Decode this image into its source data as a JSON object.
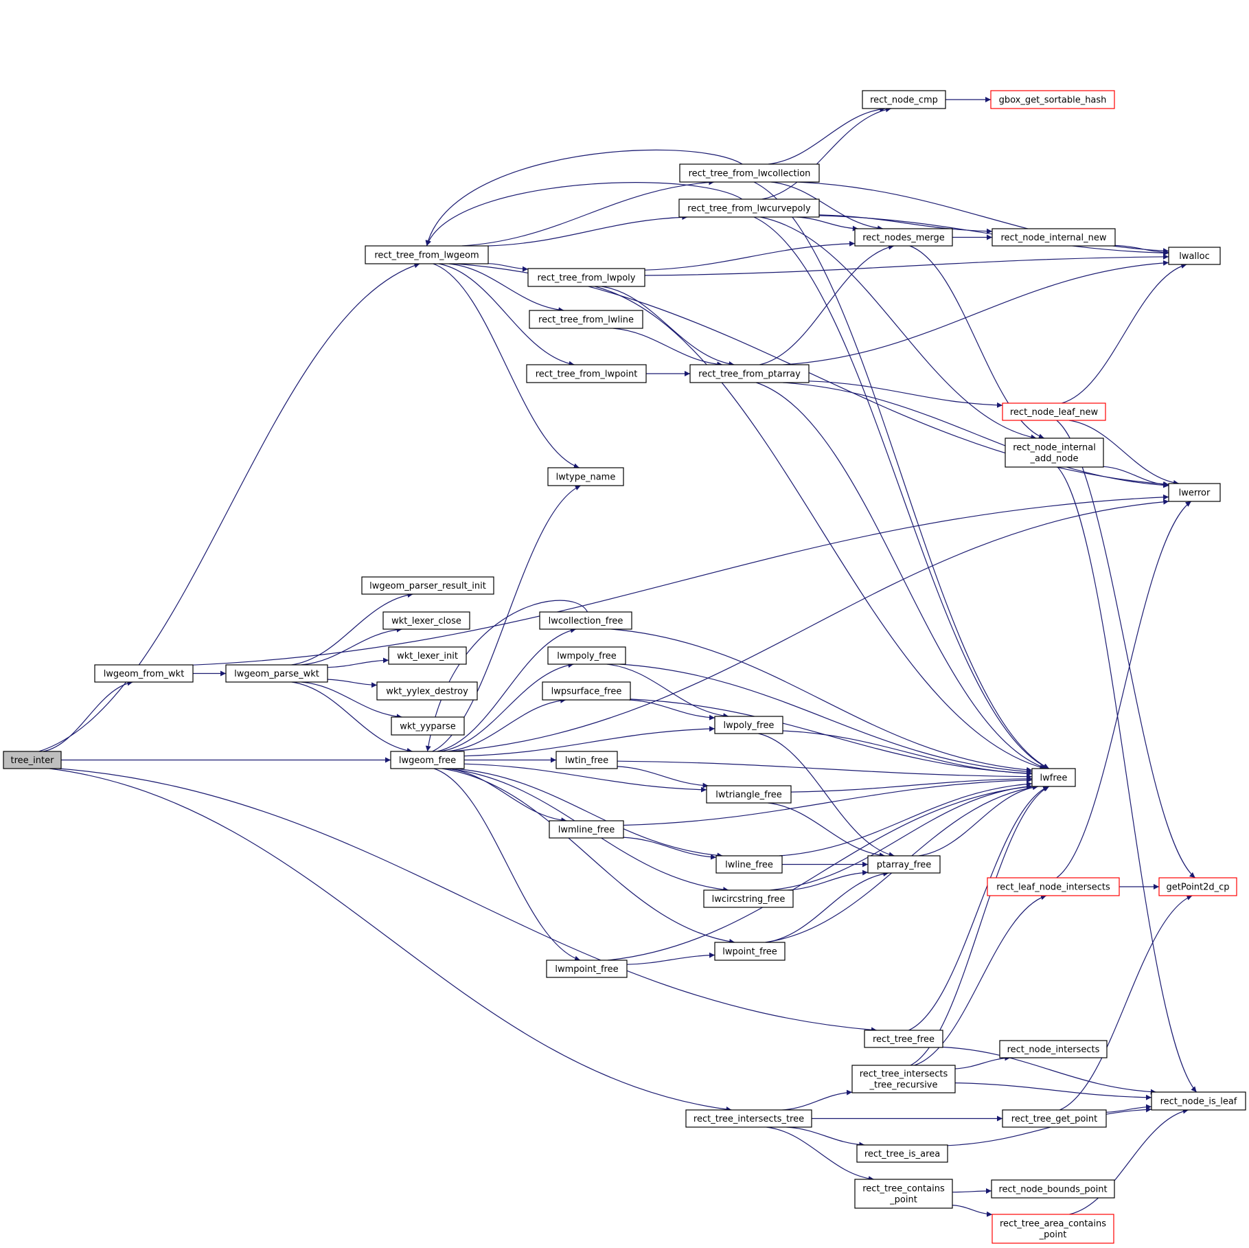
{
  "diagram": {
    "type": "call-graph",
    "root": "tree_inter",
    "colors": {
      "edge": "#191970",
      "node_border": "#000000",
      "node_border_truncated": "#ff0000",
      "root_fill": "#bfbfbf",
      "node_fill": "#ffffff"
    },
    "nodes": [
      {
        "id": "tree_inter",
        "lines": [
          "tree_inter"
        ],
        "style": "root"
      },
      {
        "id": "lwgeom_from_wkt",
        "lines": [
          "lwgeom_from_wkt"
        ],
        "style": "normal"
      },
      {
        "id": "lwgeom_parse_wkt",
        "lines": [
          "lwgeom_parse_wkt"
        ],
        "style": "normal"
      },
      {
        "id": "rect_tree_from_lwgeom",
        "lines": [
          "rect_tree_from_lwgeom"
        ],
        "style": "normal"
      },
      {
        "id": "lwtype_name",
        "lines": [
          "lwtype_name"
        ],
        "style": "normal"
      },
      {
        "id": "lwgeom_parser_result_init",
        "lines": [
          "lwgeom_parser_result_init"
        ],
        "style": "normal"
      },
      {
        "id": "wkt_lexer_close",
        "lines": [
          "wkt_lexer_close"
        ],
        "style": "normal"
      },
      {
        "id": "wkt_lexer_init",
        "lines": [
          "wkt_lexer_init"
        ],
        "style": "normal"
      },
      {
        "id": "wkt_yylex_destroy",
        "lines": [
          "wkt_yylex_destroy"
        ],
        "style": "normal"
      },
      {
        "id": "wkt_yyparse",
        "lines": [
          "wkt_yyparse"
        ],
        "style": "normal"
      },
      {
        "id": "lwgeom_free",
        "lines": [
          "lwgeom_free"
        ],
        "style": "normal"
      },
      {
        "id": "rect_tree_from_lwcollection",
        "lines": [
          "rect_tree_from_lwcollection"
        ],
        "style": "normal"
      },
      {
        "id": "rect_tree_from_lwcurvepoly",
        "lines": [
          "rect_tree_from_lwcurvepoly"
        ],
        "style": "normal"
      },
      {
        "id": "rect_tree_from_lwpoly",
        "lines": [
          "rect_tree_from_lwpoly"
        ],
        "style": "normal"
      },
      {
        "id": "rect_tree_from_lwline",
        "lines": [
          "rect_tree_from_lwline"
        ],
        "style": "normal"
      },
      {
        "id": "rect_tree_from_lwpoint",
        "lines": [
          "rect_tree_from_lwpoint"
        ],
        "style": "normal"
      },
      {
        "id": "rect_tree_from_ptarray",
        "lines": [
          "rect_tree_from_ptarray"
        ],
        "style": "normal"
      },
      {
        "id": "rect_node_cmp",
        "lines": [
          "rect_node_cmp"
        ],
        "style": "normal"
      },
      {
        "id": "gbox_get_sortable_hash",
        "lines": [
          "gbox_get_sortable_hash"
        ],
        "style": "truncated"
      },
      {
        "id": "rect_nodes_merge",
        "lines": [
          "rect_nodes_merge"
        ],
        "style": "normal"
      },
      {
        "id": "rect_node_internal_new",
        "lines": [
          "rect_node_internal_new"
        ],
        "style": "normal"
      },
      {
        "id": "lwalloc",
        "lines": [
          "lwalloc"
        ],
        "style": "normal"
      },
      {
        "id": "rect_node_leaf_new",
        "lines": [
          "rect_node_leaf_new"
        ],
        "style": "truncated"
      },
      {
        "id": "rect_node_internal_add_node",
        "lines": [
          "rect_node_internal",
          "_add_node"
        ],
        "style": "normal"
      },
      {
        "id": "lwerror",
        "lines": [
          "lwerror"
        ],
        "style": "normal"
      },
      {
        "id": "lwcollection_free",
        "lines": [
          "lwcollection_free"
        ],
        "style": "normal"
      },
      {
        "id": "lwmpoly_free",
        "lines": [
          "lwmpoly_free"
        ],
        "style": "normal"
      },
      {
        "id": "lwpsurface_free",
        "lines": [
          "lwpsurface_free"
        ],
        "style": "normal"
      },
      {
        "id": "lwpoly_free",
        "lines": [
          "lwpoly_free"
        ],
        "style": "normal"
      },
      {
        "id": "lwtin_free",
        "lines": [
          "lwtin_free"
        ],
        "style": "normal"
      },
      {
        "id": "lwtriangle_free",
        "lines": [
          "lwtriangle_free"
        ],
        "style": "normal"
      },
      {
        "id": "lwmline_free",
        "lines": [
          "lwmline_free"
        ],
        "style": "normal"
      },
      {
        "id": "lwline_free",
        "lines": [
          "lwline_free"
        ],
        "style": "normal"
      },
      {
        "id": "ptarray_free",
        "lines": [
          "ptarray_free"
        ],
        "style": "normal"
      },
      {
        "id": "lwcircstring_free",
        "lines": [
          "lwcircstring_free"
        ],
        "style": "normal"
      },
      {
        "id": "lwpoint_free",
        "lines": [
          "lwpoint_free"
        ],
        "style": "normal"
      },
      {
        "id": "lwmpoint_free",
        "lines": [
          "lwmpoint_free"
        ],
        "style": "normal"
      },
      {
        "id": "lwfree",
        "lines": [
          "lwfree"
        ],
        "style": "normal"
      },
      {
        "id": "rect_leaf_node_intersects",
        "lines": [
          "rect_leaf_node_intersects"
        ],
        "style": "truncated"
      },
      {
        "id": "getPoint2d_cp",
        "lines": [
          "getPoint2d_cp"
        ],
        "style": "truncated"
      },
      {
        "id": "rect_tree_free",
        "lines": [
          "rect_tree_free"
        ],
        "style": "normal"
      },
      {
        "id": "rect_node_intersects",
        "lines": [
          "rect_node_intersects"
        ],
        "style": "normal"
      },
      {
        "id": "rect_tree_intersects_tree_recursive",
        "lines": [
          "rect_tree_intersects",
          "_tree_recursive"
        ],
        "style": "normal"
      },
      {
        "id": "rect_node_is_leaf",
        "lines": [
          "rect_node_is_leaf"
        ],
        "style": "normal"
      },
      {
        "id": "rect_tree_intersects_tree",
        "lines": [
          "rect_tree_intersects_tree"
        ],
        "style": "normal"
      },
      {
        "id": "rect_tree_get_point",
        "lines": [
          "rect_tree_get_point"
        ],
        "style": "normal"
      },
      {
        "id": "rect_tree_is_area",
        "lines": [
          "rect_tree_is_area"
        ],
        "style": "normal"
      },
      {
        "id": "rect_tree_contains_point",
        "lines": [
          "rect_tree_contains",
          "_point"
        ],
        "style": "normal"
      },
      {
        "id": "rect_node_bounds_point",
        "lines": [
          "rect_node_bounds_point"
        ],
        "style": "normal"
      },
      {
        "id": "rect_tree_area_contains_point",
        "lines": [
          "rect_tree_area_contains",
          "_point"
        ],
        "style": "truncated"
      }
    ],
    "edges": [
      [
        "tree_inter",
        "rect_tree_from_lwgeom"
      ],
      [
        "tree_inter",
        "lwgeom_from_wkt"
      ],
      [
        "tree_inter",
        "lwgeom_free"
      ],
      [
        "tree_inter",
        "rect_tree_free"
      ],
      [
        "tree_inter",
        "rect_tree_intersects_tree"
      ],
      [
        "lwgeom_from_wkt",
        "lwgeom_parse_wkt"
      ],
      [
        "lwgeom_from_wkt",
        "lwerror"
      ],
      [
        "lwgeom_parse_wkt",
        "lwgeom_parser_result_init"
      ],
      [
        "lwgeom_parse_wkt",
        "wkt_lexer_close"
      ],
      [
        "lwgeom_parse_wkt",
        "wkt_lexer_init"
      ],
      [
        "lwgeom_parse_wkt",
        "wkt_yylex_destroy"
      ],
      [
        "lwgeom_parse_wkt",
        "wkt_yyparse"
      ],
      [
        "lwgeom_parse_wkt",
        "lwgeom_free"
      ],
      [
        "rect_tree_from_lwgeom",
        "rect_tree_from_lwcollection"
      ],
      [
        "rect_tree_from_lwgeom",
        "rect_tree_from_lwcurvepoly"
      ],
      [
        "rect_tree_from_lwgeom",
        "rect_tree_from_lwpoly"
      ],
      [
        "rect_tree_from_lwgeom",
        "rect_tree_from_lwline"
      ],
      [
        "rect_tree_from_lwgeom",
        "rect_tree_from_lwpoint"
      ],
      [
        "rect_tree_from_lwgeom",
        "lwtype_name"
      ],
      [
        "rect_tree_from_lwgeom",
        "lwerror"
      ],
      [
        "rect_tree_from_lwcollection",
        "rect_tree_from_lwgeom"
      ],
      [
        "rect_tree_from_lwcollection",
        "rect_node_cmp"
      ],
      [
        "rect_tree_from_lwcollection",
        "rect_nodes_merge"
      ],
      [
        "rect_tree_from_lwcollection",
        "lwalloc"
      ],
      [
        "rect_tree_from_lwcollection",
        "lwfree"
      ],
      [
        "rect_tree_from_lwcurvepoly",
        "rect_tree_from_lwgeom"
      ],
      [
        "rect_tree_from_lwcurvepoly",
        "rect_node_cmp"
      ],
      [
        "rect_tree_from_lwcurvepoly",
        "rect_nodes_merge"
      ],
      [
        "rect_tree_from_lwcurvepoly",
        "rect_node_internal_new"
      ],
      [
        "rect_tree_from_lwcurvepoly",
        "lwalloc"
      ],
      [
        "rect_tree_from_lwcurvepoly",
        "rect_node_internal_add_node"
      ],
      [
        "rect_tree_from_lwcurvepoly",
        "lwfree"
      ],
      [
        "rect_tree_from_lwpoly",
        "rect_nodes_merge"
      ],
      [
        "rect_tree_from_lwpoly",
        "lwalloc"
      ],
      [
        "rect_tree_from_lwpoly",
        "rect_tree_from_ptarray"
      ],
      [
        "rect_tree_from_lwpoly",
        "lwfree"
      ],
      [
        "rect_tree_from_lwline",
        "rect_tree_from_ptarray"
      ],
      [
        "rect_tree_from_lwpoint",
        "rect_tree_from_ptarray"
      ],
      [
        "rect_tree_from_ptarray",
        "rect_nodes_merge"
      ],
      [
        "rect_tree_from_ptarray",
        "lwalloc"
      ],
      [
        "rect_tree_from_ptarray",
        "rect_node_leaf_new"
      ],
      [
        "rect_tree_from_ptarray",
        "lwerror"
      ],
      [
        "rect_tree_from_ptarray",
        "lwfree"
      ],
      [
        "rect_node_cmp",
        "gbox_get_sortable_hash"
      ],
      [
        "rect_nodes_merge",
        "rect_node_internal_new"
      ],
      [
        "rect_nodes_merge",
        "rect_node_internal_add_node"
      ],
      [
        "rect_node_internal_new",
        "lwalloc"
      ],
      [
        "rect_node_leaf_new",
        "lwalloc"
      ],
      [
        "rect_node_leaf_new",
        "lwerror"
      ],
      [
        "rect_node_leaf_new",
        "getPoint2d_cp"
      ],
      [
        "rect_node_internal_add_node",
        "lwerror"
      ],
      [
        "rect_node_internal_add_node",
        "rect_node_is_leaf"
      ],
      [
        "lwgeom_free",
        "lwtype_name"
      ],
      [
        "lwgeom_free",
        "lwerror"
      ],
      [
        "lwgeom_free",
        "lwcollection_free"
      ],
      [
        "lwgeom_free",
        "lwmpoly_free"
      ],
      [
        "lwgeom_free",
        "lwpsurface_free"
      ],
      [
        "lwgeom_free",
        "lwpoly_free"
      ],
      [
        "lwgeom_free",
        "lwtin_free"
      ],
      [
        "lwgeom_free",
        "lwtriangle_free"
      ],
      [
        "lwgeom_free",
        "lwmline_free"
      ],
      [
        "lwgeom_free",
        "lwline_free"
      ],
      [
        "lwgeom_free",
        "lwcircstring_free"
      ],
      [
        "lwgeom_free",
        "lwpoint_free"
      ],
      [
        "lwgeom_free",
        "lwmpoint_free"
      ],
      [
        "lwcollection_free",
        "lwgeom_free"
      ],
      [
        "lwcollection_free",
        "lwfree"
      ],
      [
        "lwmpoly_free",
        "lwpoly_free"
      ],
      [
        "lwmpoly_free",
        "lwfree"
      ],
      [
        "lwpsurface_free",
        "lwpoly_free"
      ],
      [
        "lwpsurface_free",
        "lwfree"
      ],
      [
        "lwpoly_free",
        "ptarray_free"
      ],
      [
        "lwpoly_free",
        "lwfree"
      ],
      [
        "lwtin_free",
        "lwtriangle_free"
      ],
      [
        "lwtin_free",
        "lwfree"
      ],
      [
        "lwtriangle_free",
        "ptarray_free"
      ],
      [
        "lwtriangle_free",
        "lwfree"
      ],
      [
        "lwmline_free",
        "lwline_free"
      ],
      [
        "lwmline_free",
        "lwfree"
      ],
      [
        "lwline_free",
        "ptarray_free"
      ],
      [
        "lwline_free",
        "lwfree"
      ],
      [
        "lwcircstring_free",
        "ptarray_free"
      ],
      [
        "lwcircstring_free",
        "lwfree"
      ],
      [
        "lwpoint_free",
        "ptarray_free"
      ],
      [
        "lwpoint_free",
        "lwfree"
      ],
      [
        "lwmpoint_free",
        "lwpoint_free"
      ],
      [
        "lwmpoint_free",
        "lwfree"
      ],
      [
        "ptarray_free",
        "lwfree"
      ],
      [
        "rect_tree_free",
        "lwfree"
      ],
      [
        "rect_tree_free",
        "rect_node_is_leaf"
      ],
      [
        "rect_leaf_node_intersects",
        "getPoint2d_cp"
      ],
      [
        "rect_leaf_node_intersects",
        "lwerror"
      ],
      [
        "rect_tree_intersects_tree",
        "rect_tree_intersects_tree_recursive"
      ],
      [
        "rect_tree_intersects_tree",
        "rect_tree_get_point"
      ],
      [
        "rect_tree_intersects_tree",
        "rect_tree_is_area"
      ],
      [
        "rect_tree_intersects_tree",
        "rect_tree_contains_point"
      ],
      [
        "rect_tree_intersects_tree_recursive",
        "lwfree"
      ],
      [
        "rect_tree_intersects_tree_recursive",
        "rect_leaf_node_intersects"
      ],
      [
        "rect_tree_intersects_tree_recursive",
        "rect_node_intersects"
      ],
      [
        "rect_tree_intersects_tree_recursive",
        "rect_node_is_leaf"
      ],
      [
        "rect_tree_get_point",
        "getPoint2d_cp"
      ],
      [
        "rect_tree_get_point",
        "rect_node_is_leaf"
      ],
      [
        "rect_tree_is_area",
        "rect_node_is_leaf"
      ],
      [
        "rect_tree_contains_point",
        "rect_node_bounds_point"
      ],
      [
        "rect_tree_contains_point",
        "rect_tree_area_contains_point"
      ],
      [
        "rect_tree_area_contains_point",
        "rect_node_is_leaf"
      ]
    ]
  }
}
